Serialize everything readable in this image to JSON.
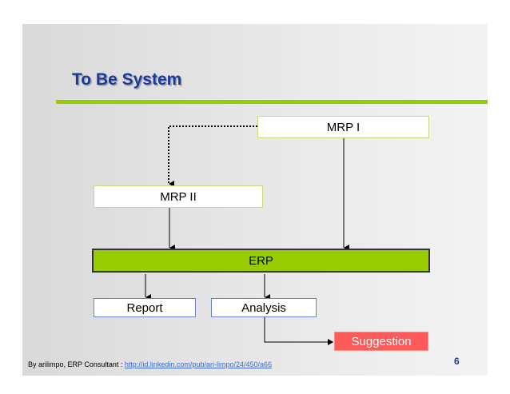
{
  "slide": {
    "title": "To Be System",
    "accent_color": "#99cc00",
    "title_color": "#1f3a9a"
  },
  "diagram": {
    "nodes": {
      "mrp1": "MRP I",
      "mrp2": "MRP II",
      "erp": "ERP",
      "report": "Report",
      "analysis": "Analysis",
      "suggestion": "Suggestion"
    },
    "edges": [
      {
        "from": "MRP I",
        "to": "MRP II",
        "style": "dotted"
      },
      {
        "from": "MRP I",
        "to": "ERP",
        "style": "solid"
      },
      {
        "from": "MRP II",
        "to": "ERP",
        "style": "solid"
      },
      {
        "from": "ERP",
        "to": "Report",
        "style": "solid"
      },
      {
        "from": "ERP",
        "to": "Analysis",
        "style": "solid"
      },
      {
        "from": "Analysis",
        "to": "Suggestion",
        "style": "solid"
      }
    ],
    "erp_color": "#99cc00",
    "suggestion_color": "#ff5a5a"
  },
  "footer": {
    "credit": "By arilimpo, ERP Consultant : ",
    "link": "http://id.linkedin.com/pub/ari-limpo/24/450/a66",
    "page_number": "6"
  }
}
